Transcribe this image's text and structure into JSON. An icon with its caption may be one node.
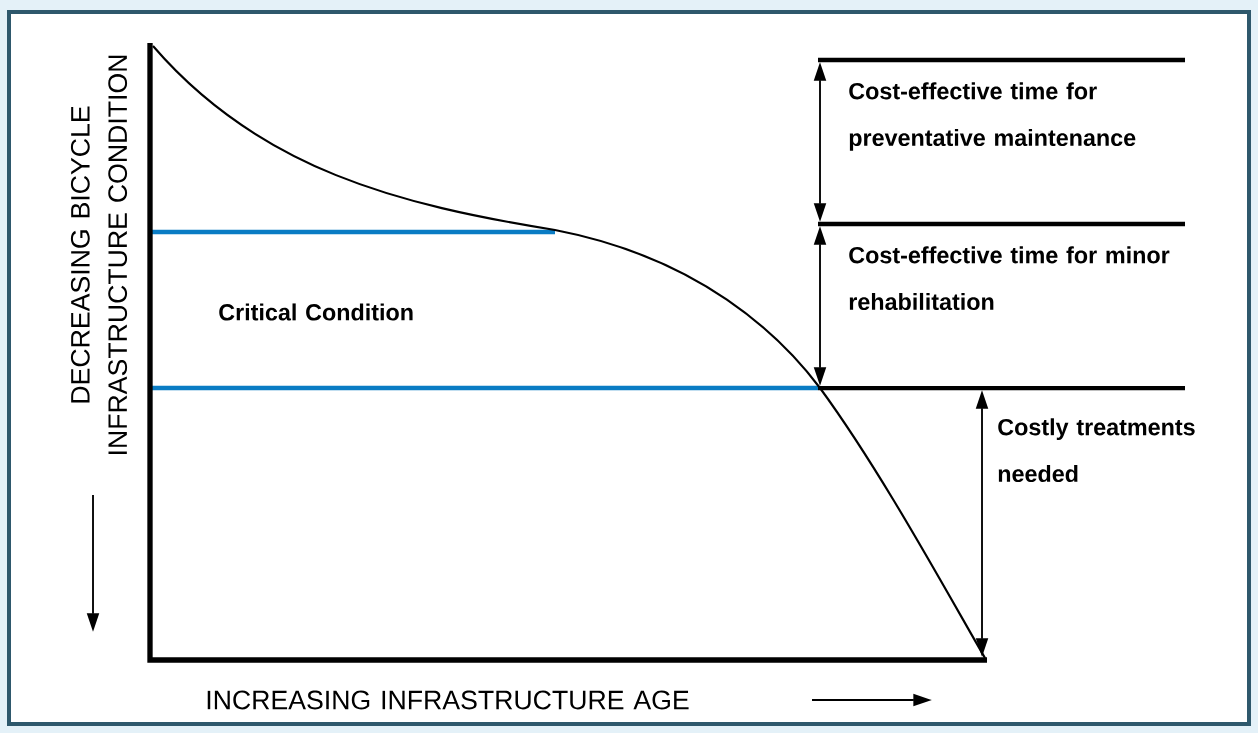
{
  "diagram": {
    "labels": [
      "Cost-effective time for preventative maintenance",
      "Cost-effective time for minor rehabilitation",
      "Critical Condition",
      "Costly treatments needed",
      "DECREASING BICYCLE INFRASTRUCTURE CONDITION",
      "INCREASING INFRASTRUCTURE AGE"
    ]
  }
}
